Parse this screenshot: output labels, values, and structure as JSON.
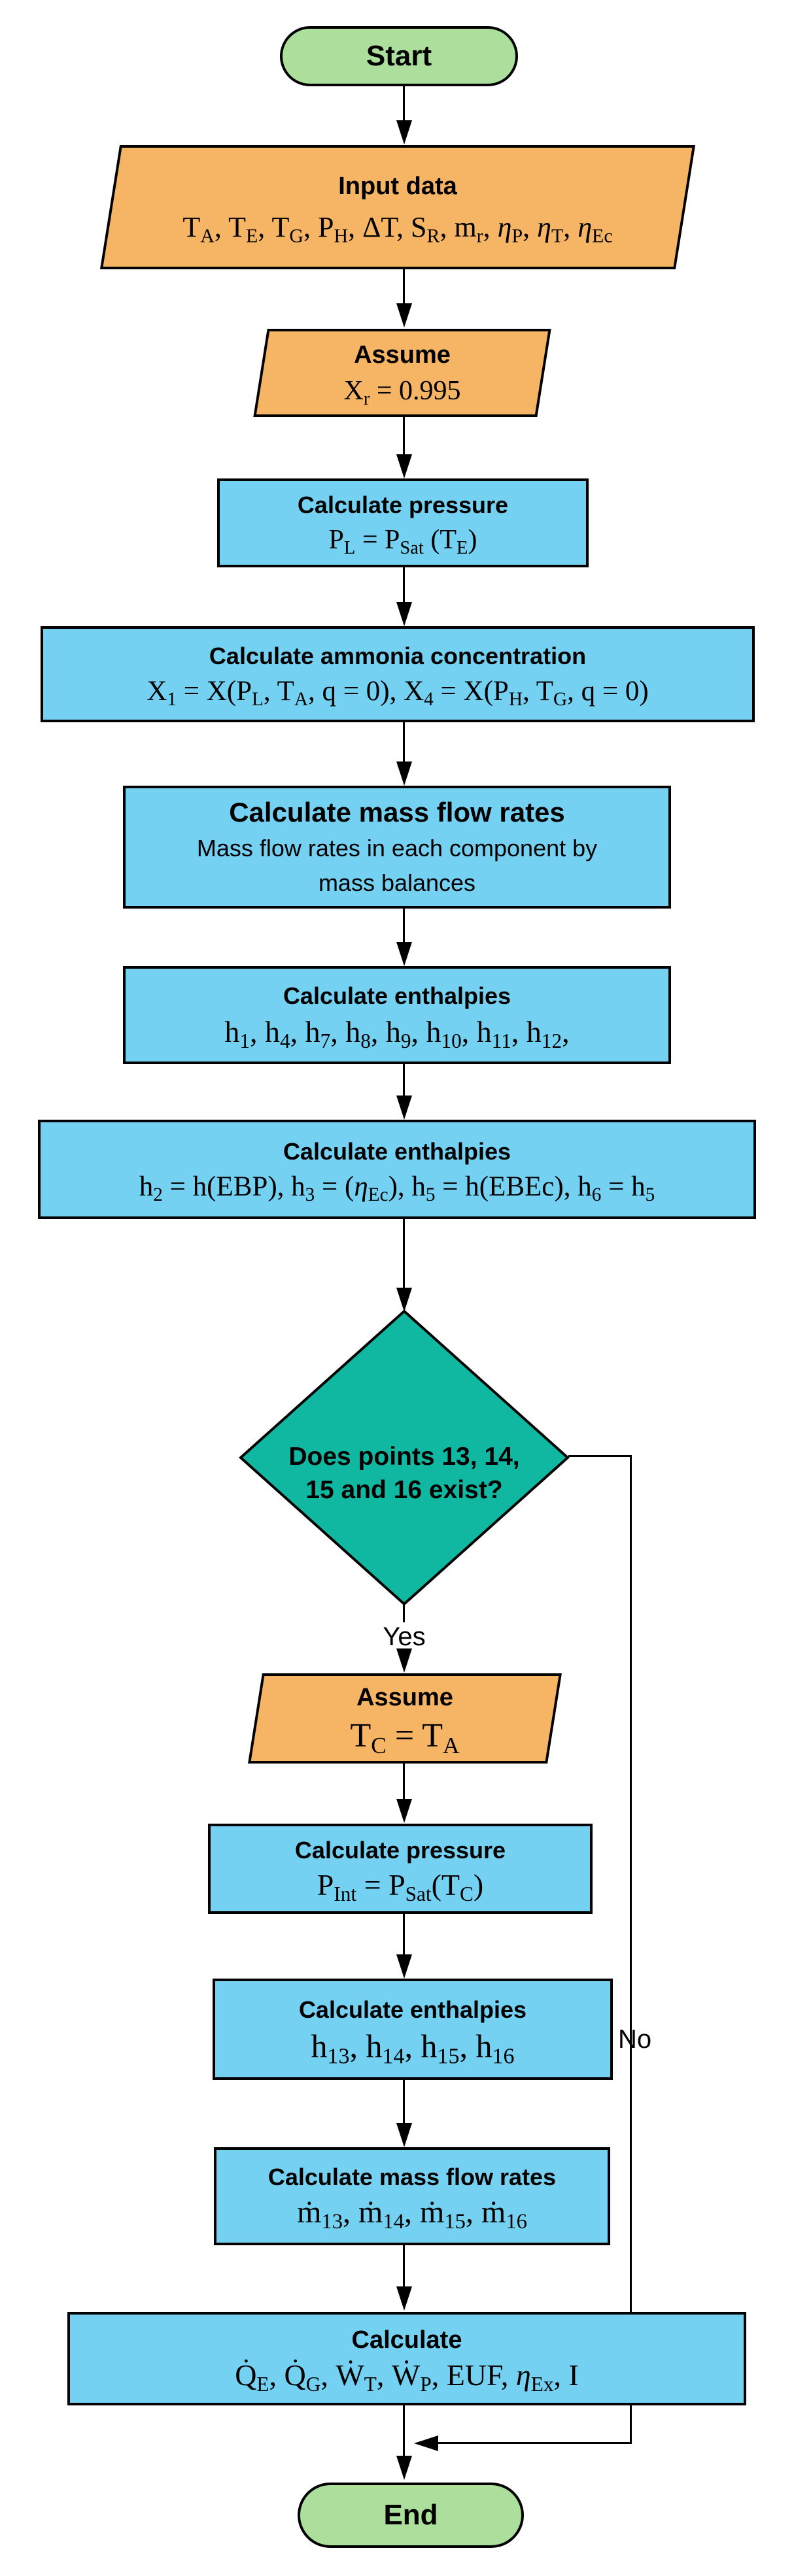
{
  "colors": {
    "terminal": "#abdf9b",
    "io": "#f6b465",
    "process": "#74d1f2",
    "decision": "#10b8a2",
    "line": "#000000"
  },
  "labels": {
    "yes": "Yes",
    "no": "No"
  },
  "nodes": {
    "start": {
      "label": "Start"
    },
    "input": {
      "title": "Input data",
      "formula": [
        {
          "t": "T",
          "sub": "A"
        },
        {
          "t": ", "
        },
        {
          "t": "T",
          "sub": "E"
        },
        {
          "t": ", "
        },
        {
          "t": "T",
          "sub": "G"
        },
        {
          "t": ", "
        },
        {
          "t": "P",
          "sub": "H"
        },
        {
          "t": ", ΔT, "
        },
        {
          "t": "S",
          "sub": "R"
        },
        {
          "t": ", "
        },
        {
          "t": "m",
          "sub": "r"
        },
        {
          "t": ", "
        },
        {
          "t": "η",
          "it": true,
          "sub": "P"
        },
        {
          "t": ", "
        },
        {
          "t": "η",
          "it": true,
          "sub": "T"
        },
        {
          "t": ", "
        },
        {
          "t": "η",
          "it": true,
          "sub": "Ec"
        }
      ]
    },
    "assume1": {
      "title": "Assume",
      "formula": [
        {
          "t": "X",
          "sub": "r"
        },
        {
          "t": " = 0.995"
        }
      ]
    },
    "pressure1": {
      "title": "Calculate pressure",
      "formula": [
        {
          "t": "P",
          "sub": "L"
        },
        {
          "t": " = "
        },
        {
          "t": "P",
          "sub": "Sat"
        },
        {
          "t": " (T",
          "sub": "E"
        },
        {
          "t": ")"
        }
      ]
    },
    "ammonia": {
      "title": "Calculate ammonia concentration",
      "formula": [
        {
          "t": "X",
          "sub": "1"
        },
        {
          "t": " = X(P",
          "sub": "L"
        },
        {
          "t": ", T",
          "sub": "A"
        },
        {
          "t": ", q = 0), "
        },
        {
          "t": "X",
          "sub": "4"
        },
        {
          "t": " = X(P",
          "sub": "H"
        },
        {
          "t": ", T",
          "sub": "G"
        },
        {
          "t": ", q = 0)"
        }
      ]
    },
    "massflow1": {
      "title": "Calculate mass flow rates",
      "lines": [
        "Mass flow rates in each component by",
        "mass balances"
      ]
    },
    "enthalpies1": {
      "title": "Calculate enthalpies",
      "formula": [
        {
          "t": "h",
          "sub": "1"
        },
        {
          "t": ", "
        },
        {
          "t": "h",
          "sub": "4"
        },
        {
          "t": ", "
        },
        {
          "t": "h",
          "sub": "7"
        },
        {
          "t": ", "
        },
        {
          "t": "h",
          "sub": "8"
        },
        {
          "t": ", "
        },
        {
          "t": "h",
          "sub": "9"
        },
        {
          "t": ", "
        },
        {
          "t": "h",
          "sub": "10"
        },
        {
          "t": ", "
        },
        {
          "t": "h",
          "sub": "11"
        },
        {
          "t": ", "
        },
        {
          "t": "h",
          "sub": "12"
        },
        {
          "t": ","
        }
      ]
    },
    "enthalpies2": {
      "title": "Calculate enthalpies",
      "formula": [
        {
          "t": "h",
          "sub": "2"
        },
        {
          "t": " = h(EBP), "
        },
        {
          "t": "h",
          "sub": "3"
        },
        {
          "t": " = ("
        },
        {
          "t": "η",
          "it": true,
          "sub": "Ec"
        },
        {
          "t": "), "
        },
        {
          "t": "h",
          "sub": "5"
        },
        {
          "t": " = h(EBEc), "
        },
        {
          "t": "h",
          "sub": "6"
        },
        {
          "t": " = "
        },
        {
          "t": "h",
          "sub": "5"
        }
      ]
    },
    "decision": {
      "lines": [
        "Does points 13, 14,",
        "15 and 16 exist?"
      ]
    },
    "assume2": {
      "title": "Assume",
      "formula": [
        {
          "t": "T",
          "sub": "C"
        },
        {
          "t": " = "
        },
        {
          "t": "T",
          "sub": "A"
        }
      ]
    },
    "pressure2": {
      "title": "Calculate pressure",
      "formula": [
        {
          "t": "P",
          "sub": "Int"
        },
        {
          "t": " = "
        },
        {
          "t": "P",
          "sub": "Sat"
        },
        {
          "t": "(T",
          "sub": "C"
        },
        {
          "t": ")"
        }
      ]
    },
    "enthalpies3": {
      "title": "Calculate enthalpies",
      "formula": [
        {
          "t": "h",
          "sub": "13"
        },
        {
          "t": ", "
        },
        {
          "t": "h",
          "sub": "14"
        },
        {
          "t": ", "
        },
        {
          "t": "h",
          "sub": "15"
        },
        {
          "t": ", "
        },
        {
          "t": "h",
          "sub": "16"
        }
      ]
    },
    "massflow2": {
      "title": "Calculate mass flow rates",
      "formula": [
        {
          "t": "ṁ",
          "sub": "13"
        },
        {
          "t": ", "
        },
        {
          "t": "ṁ",
          "sub": "14"
        },
        {
          "t": ", "
        },
        {
          "t": "ṁ",
          "sub": "15"
        },
        {
          "t": ", "
        },
        {
          "t": "ṁ",
          "sub": "16"
        }
      ]
    },
    "calculate": {
      "title": "Calculate",
      "formula": [
        {
          "t": "Q̇",
          "sub": "E"
        },
        {
          "t": ", "
        },
        {
          "t": "Q̇",
          "sub": "G"
        },
        {
          "t": ", "
        },
        {
          "t": "Ẇ",
          "sub": "T"
        },
        {
          "t": ", "
        },
        {
          "t": "Ẇ",
          "sub": "P"
        },
        {
          "t": ", EUF, "
        },
        {
          "t": "η",
          "it": true,
          "sub": "Ex"
        },
        {
          "t": ", I"
        }
      ]
    },
    "end": {
      "label": "End"
    }
  }
}
